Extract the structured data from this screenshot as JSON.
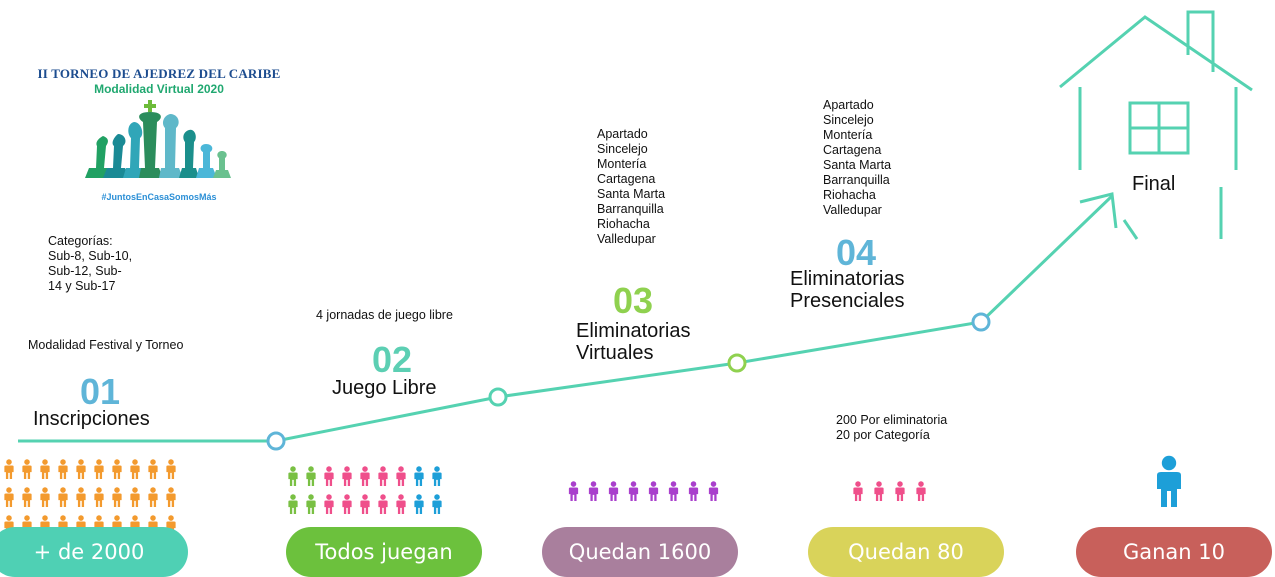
{
  "logo": {
    "title": "II TORNEO DE AJEDREZ DEL CARIBE",
    "subtitle": "Modalidad Virtual 2020",
    "hashtag": "#JuntosEnCasaSomosMás",
    "icon": "chess-pieces"
  },
  "colors": {
    "line": "#55d2b1",
    "blue_num": "#5fb5d8",
    "teal_num": "#5ccfb3",
    "green_num": "#8fd14f",
    "orange_person": "#f39a2e",
    "green_person": "#79c043",
    "pink_person": "#ef4f8b",
    "blue_person": "#1d9fd8",
    "purple_person": "#a93fcc"
  },
  "stages": [
    {
      "number": "01",
      "title": "Inscripciones",
      "notes": [
        "Categorías:",
        "Sub-8, Sub-10,",
        "Sub-12, Sub-",
        "14 y Sub-17"
      ],
      "extra": "Modalidad Festival y Torneo"
    },
    {
      "number": "02",
      "title": "Juego Libre",
      "extra": "4 jornadas de juego libre"
    },
    {
      "number": "03",
      "title_lines": [
        "Eliminatorias",
        "Virtuales"
      ],
      "cities": [
        "Apartado",
        "Sincelejo",
        "Montería",
        "Cartagena",
        "Santa Marta",
        "Barranquilla",
        "Riohacha",
        "Valledupar"
      ]
    },
    {
      "number": "04",
      "title_lines": [
        "Eliminatorias",
        "Presenciales"
      ],
      "cities": [
        "Apartado",
        "Sincelejo",
        "Montería",
        "Cartagena",
        "Santa Marta",
        "Barranquilla",
        "Riohacha",
        "Valledupar"
      ],
      "extra_lines": [
        "200 Por eliminatoria",
        "20 por Categoría"
      ]
    },
    {
      "title": "Final",
      "icon": "house-icon"
    }
  ],
  "pills": [
    {
      "label": "+ de 2000",
      "color": "#4fd0b4"
    },
    {
      "label": "Todos juegan",
      "color": "#6cc13d"
    },
    {
      "label": "Quedan 1600",
      "color": "#a97f9d"
    },
    {
      "label": "Quedan 80",
      "color": "#d9d35a"
    },
    {
      "label": "Ganan 10",
      "color": "#c8605b"
    }
  ],
  "people_groups": [
    {
      "rows": 3,
      "cols": 10,
      "icon": "person-icon",
      "color": "#f39a2e"
    },
    {
      "rows": 2,
      "cols": 9,
      "icon": "person-icon",
      "row_pattern": [
        "#79c043",
        "#79c043",
        "#ef4f8b",
        "#ef4f8b",
        "#ef4f8b",
        "#ef4f8b",
        "#ef4f8b",
        "#1d9fd8",
        "#1d9fd8"
      ]
    },
    {
      "rows": 1,
      "cols": 8,
      "icon": "person-icon",
      "color": "#a93fcc"
    },
    {
      "rows": 1,
      "cols": 4,
      "icon": "person-icon",
      "color": "#ef4f8b"
    },
    {
      "rows": 1,
      "cols": 1,
      "icon": "person-icon",
      "color": "#1d9fd8"
    }
  ]
}
